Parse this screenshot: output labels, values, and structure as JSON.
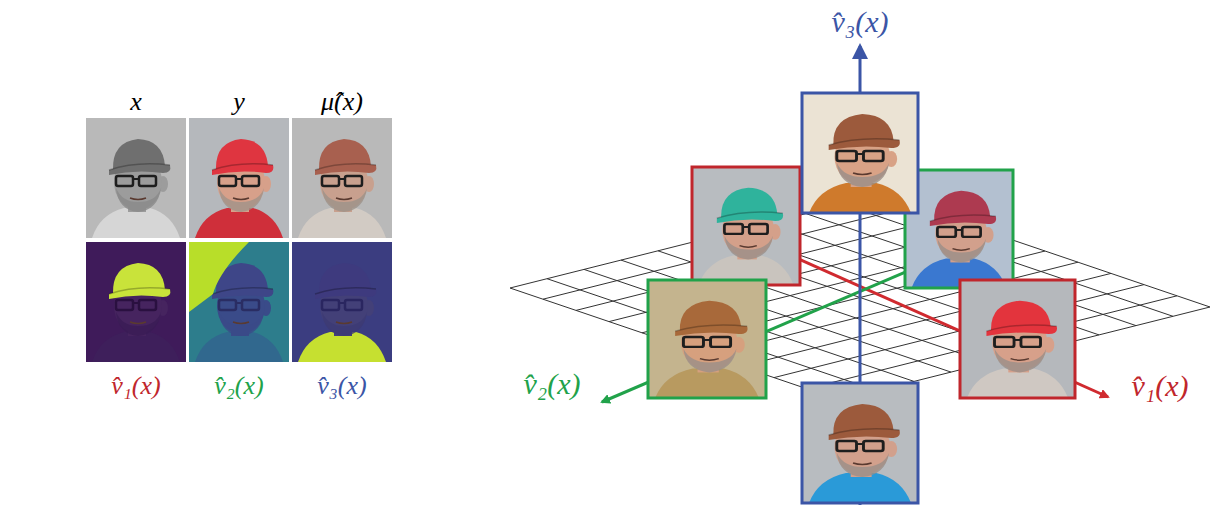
{
  "diagram": {
    "labels": [
      "x",
      "y",
      "μ̂(x)",
      "v̂₁(x)",
      "v̂₂(x)",
      "v̂₃(x)",
      "v̂₃(x)",
      "v̂₂(x)",
      "v̂₁(x)"
    ]
  }
}
